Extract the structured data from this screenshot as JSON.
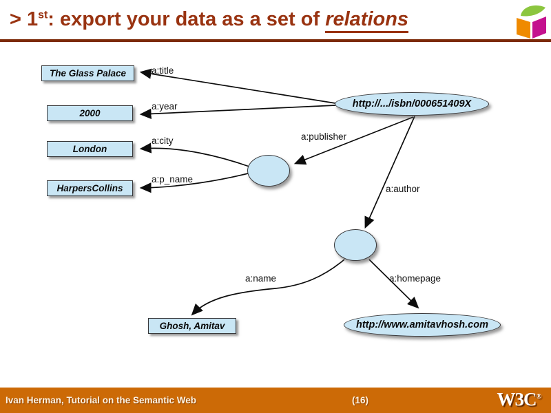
{
  "slide": {
    "title": {
      "prefix": "> 1",
      "superscript": "st",
      "middle": ": export your data as a set of ",
      "emphasis": "relations"
    },
    "colors": {
      "title_text": "#993311",
      "title_rule": "#7c2a08",
      "node_fill": "#c9e6f5",
      "node_border": "#38383a",
      "footer_bg": "#cc6a06",
      "footer_text": "#fdf3e3",
      "cube_orange": "#ef8a00",
      "cube_magenta": "#c4118e",
      "cube_green": "#8cc63f"
    },
    "footer": {
      "left_text": "Ivan Herman, Tutorial on the Semantic Web",
      "page_number": "(16)",
      "logo_text": "W3C",
      "logo_sup": "®"
    }
  },
  "diagram": {
    "nodes": [
      {
        "id": "glass-palace",
        "type": "box",
        "label": "The Glass Palace"
      },
      {
        "id": "year-2000",
        "type": "box",
        "label": "2000"
      },
      {
        "id": "london",
        "type": "box",
        "label": "London"
      },
      {
        "id": "harperscollins",
        "type": "box",
        "label": "HarpersCollins"
      },
      {
        "id": "ghosh-amitav",
        "type": "box",
        "label": "Ghosh, Amitav"
      },
      {
        "id": "isbn-uri",
        "type": "ellipse",
        "label": "http://.../isbn/000651409X"
      },
      {
        "id": "blank-publisher",
        "type": "blank",
        "label": ""
      },
      {
        "id": "blank-author",
        "type": "blank",
        "label": ""
      },
      {
        "id": "homepage-uri",
        "type": "ellipse",
        "label": "http://www.amitavhosh.com"
      }
    ],
    "edges": [
      {
        "label": "a:title",
        "from": "isbn-uri",
        "to": "glass-palace"
      },
      {
        "label": "a:year",
        "from": "isbn-uri",
        "to": "year-2000"
      },
      {
        "label": "a:city",
        "from": "blank-publisher",
        "to": "london"
      },
      {
        "label": "a:p_name",
        "from": "blank-publisher",
        "to": "harperscollins"
      },
      {
        "label": "a:publisher",
        "from": "isbn-uri",
        "to": "blank-publisher"
      },
      {
        "label": "a:author",
        "from": "isbn-uri",
        "to": "blank-author"
      },
      {
        "label": "a:name",
        "from": "blank-author",
        "to": "ghosh-amitav"
      },
      {
        "label": "a:homepage",
        "from": "blank-author",
        "to": "homepage-uri"
      }
    ]
  }
}
